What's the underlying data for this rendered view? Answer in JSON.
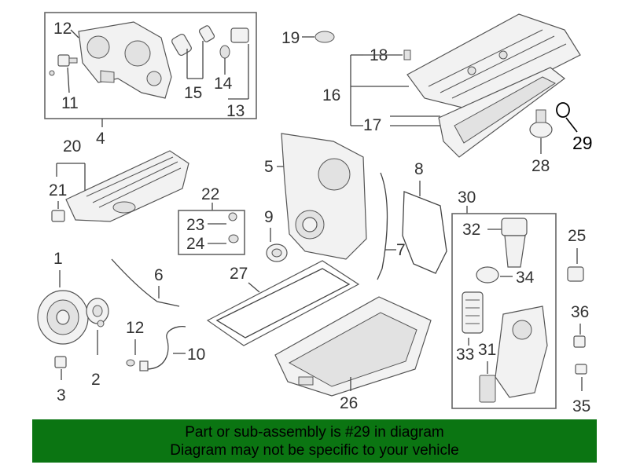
{
  "callouts": {
    "n1": "1",
    "n2": "2",
    "n3": "3",
    "n4": "4",
    "n5": "5",
    "n6": "6",
    "n7": "7",
    "n8": "8",
    "n9": "9",
    "n10": "10",
    "n11": "11",
    "n12a": "12",
    "n12b": "12",
    "n13": "13",
    "n14": "14",
    "n15": "15",
    "n16": "16",
    "n17": "17",
    "n18": "18",
    "n19": "19",
    "n20": "20",
    "n21": "21",
    "n22": "22",
    "n23": "23",
    "n24": "24",
    "n25": "25",
    "n26": "26",
    "n27": "27",
    "n28": "28",
    "n29": "29",
    "n30": "30",
    "n31": "31",
    "n32": "32",
    "n33": "33",
    "n34": "34",
    "n35": "35",
    "n36": "36"
  },
  "highlighted_part": "29",
  "banner": {
    "line1": "Part or sub-assembly is #29 in diagram",
    "line2": "Diagram may not be specific to your vehicle",
    "color": "#0b7512"
  }
}
